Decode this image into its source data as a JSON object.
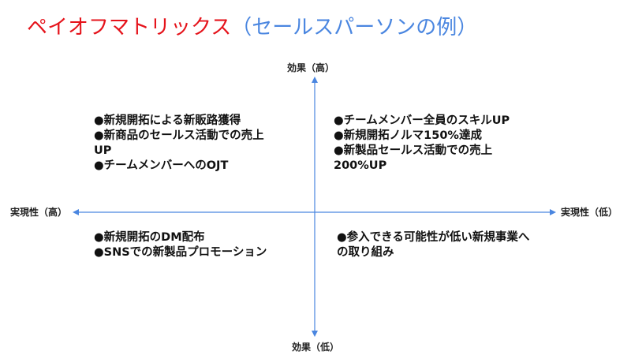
{
  "title": {
    "main": "ペイオフマトリックス",
    "sub": "（セールスパーソンの例）",
    "main_color": "#e5131b",
    "sub_color": "#4a86e0"
  },
  "axes": {
    "line_color": "#4a86e0",
    "vertical": {
      "top_label": "効果（高）",
      "bottom_label": "効果（低）"
    },
    "horizontal": {
      "left_label": "実現性（高）",
      "right_label": "実現性（低）"
    }
  },
  "quadrants": {
    "top_left": {
      "items": [
        "●新規開拓による新販路獲得",
        "●新商品のセールス活動での売上UP",
        "●チームメンバーへのOJT"
      ]
    },
    "top_right": {
      "items": [
        "●チームメンバー全員のスキルUP",
        "●新規開拓ノルマ150%達成",
        "●新製品セールス活動での売上200%UP"
      ]
    },
    "bottom_left": {
      "items": [
        "●新規開拓のDM配布",
        "●SNSでの新製品プロモーション"
      ]
    },
    "bottom_right": {
      "items": [
        "●参入できる可能性が低い新規事業への取り組み"
      ]
    }
  }
}
